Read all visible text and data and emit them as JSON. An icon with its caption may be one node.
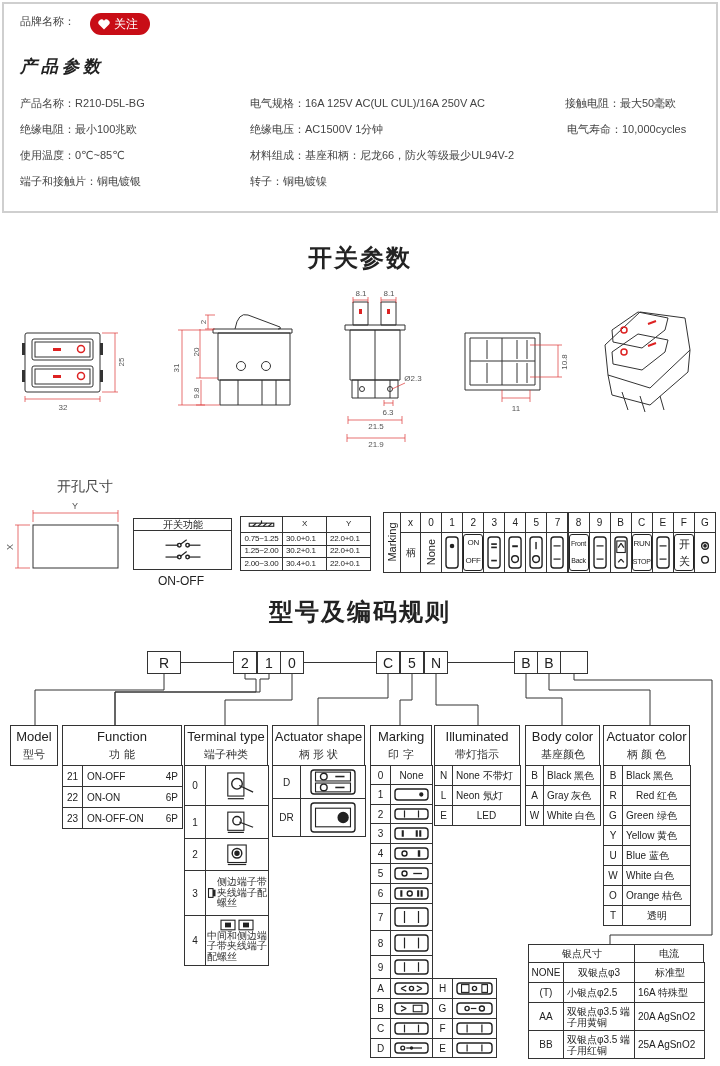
{
  "diagram": {
    "nodes": [
      {
        "text": [
          "开关功能"
        ],
        "beside": [
          "ON-OFF"
        ]
      },
      {
        "text": [
          "X",
          "Y",
          "0.75~1.25",
          "30.0+0.1",
          "22.0+0.1",
          "1.25~2.00",
          "30.2+0.1",
          "22.0+0.1",
          "2.00~3.00",
          "30.4+0.1",
          "22.0+0.1"
        ]
      },
      {
        "text": [
          "Marking",
          "x",
          "0",
          "1",
          "2",
          "3",
          "4",
          "5",
          "7",
          "8",
          "9",
          "B",
          "C",
          "E",
          "F",
          "G",
          "柄",
          "None",
          "ON",
          "OFF",
          "Front",
          "Back",
          "RUN",
          "STOP",
          "开",
          "关"
        ]
      },
      {
        "text": [
          "R"
        ]
      },
      {
        "text": [
          "2"
        ]
      },
      {
        "text": [
          "1"
        ]
      },
      {
        "text": [
          "0"
        ]
      },
      {
        "text": [
          "C"
        ]
      },
      {
        "text": [
          "5"
        ]
      },
      {
        "text": [
          "N"
        ]
      },
      {
        "text": [
          "B"
        ]
      },
      {
        "text": [
          "B"
        ]
      },
      {
        "text": [],
        "shape": "box"
      },
      {
        "text": [
          "Model",
          "型号"
        ]
      },
      {
        "text": [
          "Function",
          "功 能",
          "21",
          "ON-OFF",
          "4P",
          "22",
          "ON-ON",
          "6P",
          "23",
          "ON-OFF-ON",
          "6P"
        ]
      },
      {
        "text": [
          "Terminal type",
          "端子种类",
          "0",
          "1",
          "2",
          "3",
          "侧边端子带夹线端子配螺丝",
          "4",
          "中间和侧边端子带夹线端子配螺丝"
        ]
      },
      {
        "text": [
          "Actuator shape",
          "柄 形 状",
          "D",
          "DR"
        ]
      },
      {
        "text": [
          "Marking",
          "印 字",
          "0",
          "None",
          "1",
          "2",
          "3",
          "4",
          "5",
          "6",
          "7",
          "8",
          "9",
          "A",
          "H",
          "B",
          "G",
          "C",
          "F",
          "D",
          "E"
        ]
      },
      {
        "text": [
          "Illuminated",
          "带灯指示",
          "N",
          "None 不带灯",
          "L",
          "Neon 氖灯",
          "E",
          "LED"
        ]
      },
      {
        "text": [
          "Body color",
          "基座颜色",
          "B",
          "Black 黑色",
          "A",
          "Gray 灰色",
          "W",
          "White 白色"
        ]
      },
      {
        "text": [
          "Actuator color",
          "柄 颜 色",
          "B",
          "Black 黑色",
          "R",
          "Red 红色",
          "G",
          "Green 绿色",
          "Y",
          "Yellow 黄色",
          "U",
          "Blue 蓝色",
          "W",
          "White 白色",
          "O",
          "Orange 桔色",
          "T",
          "透明"
        ]
      },
      {
        "text": [
          "银点尺寸",
          "电流",
          "NONE",
          "双银点φ3",
          "标准型",
          "(T)",
          "小银点φ2.5",
          "16A 特殊型",
          "AA",
          "双银点φ3.5 端子用黄铜",
          "20A AgSnO2",
          "BB",
          "双银点φ3.5 端子用红铜",
          "25A AgSnO2"
        ]
      }
    ],
    "edges": [
      {
        "from": 3,
        "to": 4,
        "arrow": "none"
      },
      {
        "from": 6,
        "to": 7,
        "arrow": "none"
      },
      {
        "from": 9,
        "to": 10,
        "arrow": "none"
      },
      {
        "from": 3,
        "to": 13,
        "arrow": "none"
      },
      {
        "from": 4,
        "to": 14,
        "arrow": "none"
      },
      {
        "from": 5,
        "to": 14,
        "arrow": "none"
      },
      {
        "from": 6,
        "to": 15,
        "arrow": "none"
      },
      {
        "from": 7,
        "to": 16,
        "arrow": "none"
      },
      {
        "from": 8,
        "to": 17,
        "arrow": "none"
      },
      {
        "from": 9,
        "to": 18,
        "arrow": "none"
      },
      {
        "from": 10,
        "to": 19,
        "arrow": "none"
      },
      {
        "from": 11,
        "to": 20,
        "arrow": "none"
      },
      {
        "from": 12,
        "to": 21,
        "arrow": "none"
      }
    ],
    "labels": [
      "品牌名称：",
      "关注",
      "产品参数",
      "产品名称：R210-D5L-BG",
      "电气规格：16A 125V AC(UL CUL)/16A 250V AC",
      "接触电阻：最大50毫欧",
      "绝缘电阻：最小100兆欧",
      "绝缘电压：AC1500V 1分钟",
      "电气寿命：10,000cycles",
      "使用温度：0℃~85℃",
      "材料组成：基座和柄：尼龙66，防火等级最少UL94V-2",
      "端子和接触片：铜电镀银",
      "转子：铜电镀镍",
      "开关参数",
      "8.1",
      "8.1",
      "2",
      "20",
      "25",
      "31",
      "10.8",
      "Ø2.3",
      "9.8",
      "32",
      "11",
      "6.3",
      "21.5",
      "21.9",
      "开孔尺寸",
      "Y",
      "X",
      "型号及编码规则"
    ]
  }
}
